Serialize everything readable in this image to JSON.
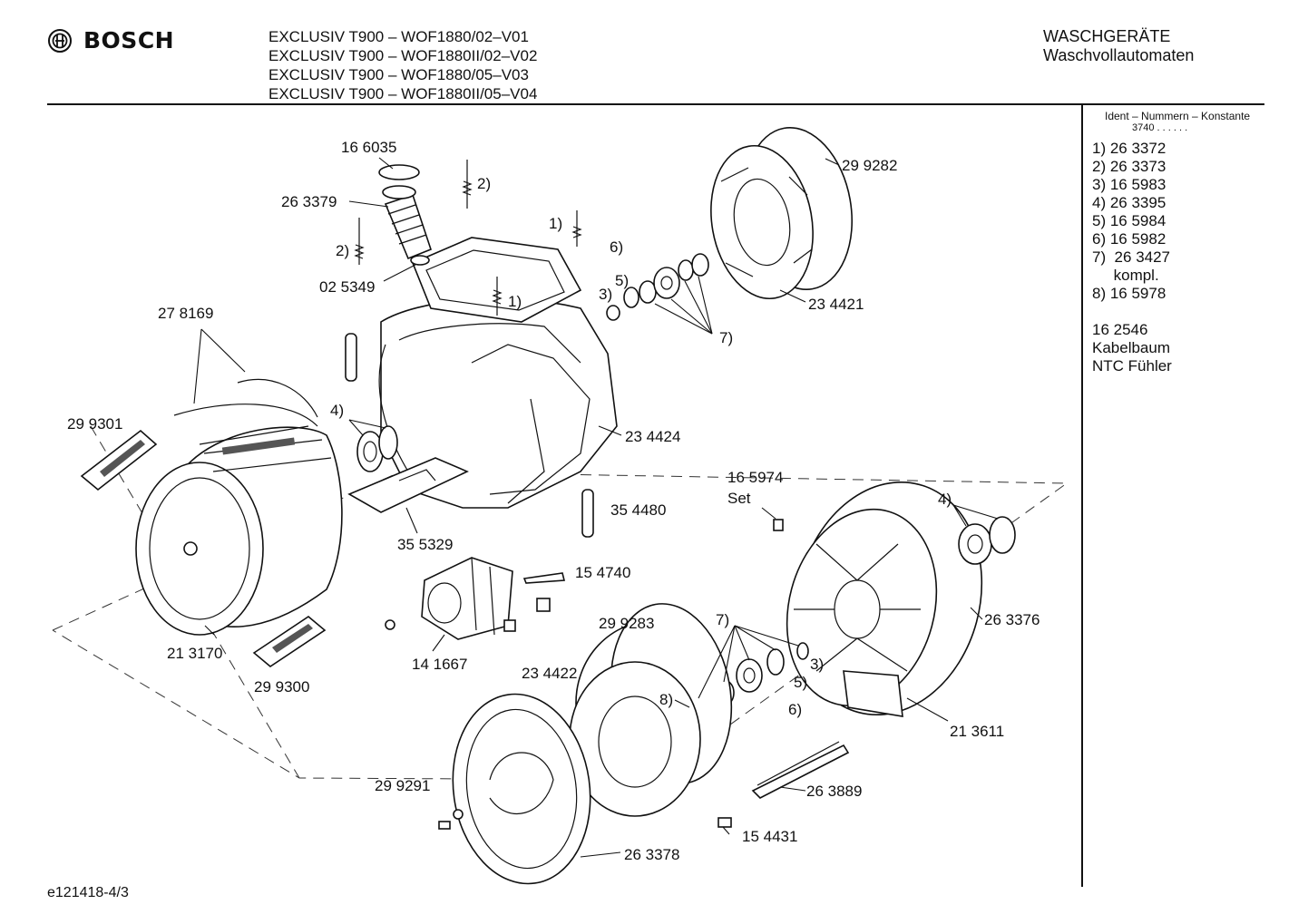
{
  "header": {
    "brand": "BOSCH",
    "models": [
      "EXCLUSIV T900 – WOF1880/02–V01",
      "EXCLUSIV T900 – WOF1880II/02–V02",
      "EXCLUSIV T900 – WOF1880/05–V03",
      "EXCLUSIV T900 – WOF1880II/05–V04"
    ],
    "category": "WASCHGERÄTE",
    "subcategory": "Waschvollautomaten"
  },
  "sidebar": {
    "heading": "Ident – Nummern – Konstante",
    "constant": "3740  . .    . . . .",
    "items": [
      "1) 26 3372",
      "2) 26 3373",
      "3) 16 5983",
      "4) 26 3395",
      "5) 16 5984",
      "6) 16 5982",
      "7)  26 3427",
      "     kompl.",
      "8) 16 5978"
    ],
    "extra": [
      "16 2546",
      "Kabelbaum",
      "NTC Fühler"
    ]
  },
  "labels": {
    "p166035": "16 6035",
    "p263379": "26 3379",
    "p025349": "02 5349",
    "p278169": "27 8169",
    "p299301": "29 9301",
    "p213170": "21 3170",
    "p299300": "29 9300",
    "p355329": "35 5329",
    "p234424": "23 4424",
    "p354480": "35 4480",
    "p154740": "15 4740",
    "p141667": "14 1667",
    "p299283": "29 9283",
    "p234422": "23 4422",
    "p299291": "29 9291",
    "p263378": "26 3378",
    "p154431": "15 4431",
    "p263889": "26 3889",
    "p213611": "21 3611",
    "p263376": "26 3376",
    "p165974": "16 5974",
    "set": "Set",
    "p299282": "29 9282",
    "p234421": "23 4421",
    "r1a": "1)",
    "r1b": "1)",
    "r2a": "2)",
    "r2b": "2)",
    "r3a": "3)",
    "r3b": "3)",
    "r4a": "4)",
    "r4b": "4)",
    "r5a": "5)",
    "r5b": "5)",
    "r6a": "6)",
    "r6b": "6)",
    "r7a": "7)",
    "r7b": "7)",
    "r8": "8)"
  },
  "icons": {
    "logo": "bosch-armature-logo-icon"
  },
  "footer": {
    "ref": "e121418-4/3"
  }
}
